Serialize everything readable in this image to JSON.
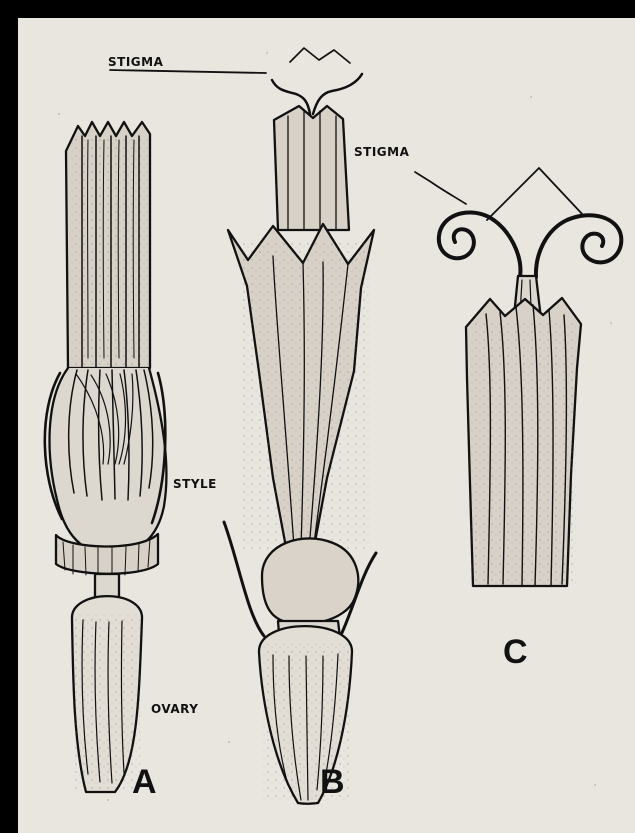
{
  "labels": {
    "stigma_b": "STIGMA",
    "stigma_c": "STIGMA",
    "style": "STYLE",
    "ovary": "OVARY",
    "a": "A",
    "b": "B",
    "c": "C"
  },
  "colors": {
    "background": "#000000",
    "paper": "#e9e6df",
    "ink": "#111111",
    "fill": "#d7d1c8"
  }
}
